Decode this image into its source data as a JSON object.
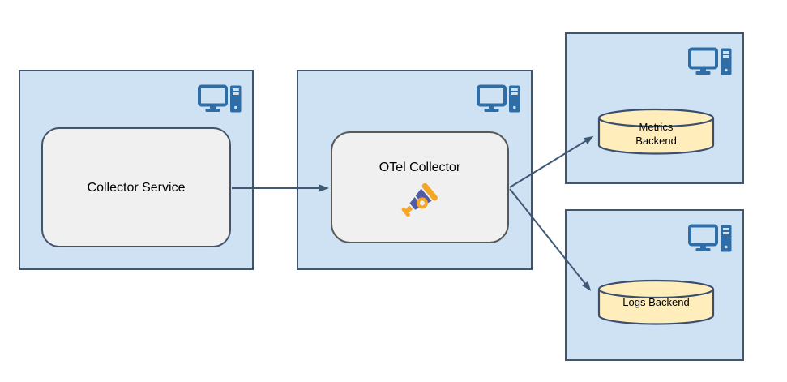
{
  "diagram": {
    "kind": "architecture-diagram",
    "topic": "OpenTelemetry collector pipeline",
    "nodes": {
      "collector_service": {
        "label": "Collector Service",
        "shape": "rounded-rectangle",
        "host_icon": "workstation-computer"
      },
      "otel_collector": {
        "label": "OTel Collector",
        "shape": "rounded-rectangle",
        "icon": "opentelemetry-telescope",
        "host_icon": "workstation-computer"
      },
      "metrics_backend": {
        "label": "Metrics Backend",
        "shape": "database-cylinder",
        "host_icon": "workstation-computer"
      },
      "logs_backend": {
        "label": "Logs Backend",
        "shape": "database-cylinder",
        "host_icon": "workstation-computer"
      }
    },
    "edges": [
      {
        "from": "collector_service",
        "to": "otel_collector"
      },
      {
        "from": "otel_collector",
        "to": "metrics_backend"
      },
      {
        "from": "otel_collector",
        "to": "logs_backend"
      }
    ],
    "colors": {
      "host_box_fill": "#cfe2f4",
      "host_box_stroke": "#44546a",
      "node_fill": "#f0f0f0",
      "node_stroke_blue": "#44546a",
      "node_stroke_gray": "#595959",
      "cylinder_fill": "#ffedbc",
      "cylinder_stroke": "#3a4e6e",
      "arrow": "#3f5874",
      "computer_icon": "#2e6da6",
      "otel_logo_blue": "#4f5aa8",
      "otel_logo_orange": "#f5a623",
      "text": "#000000"
    }
  }
}
